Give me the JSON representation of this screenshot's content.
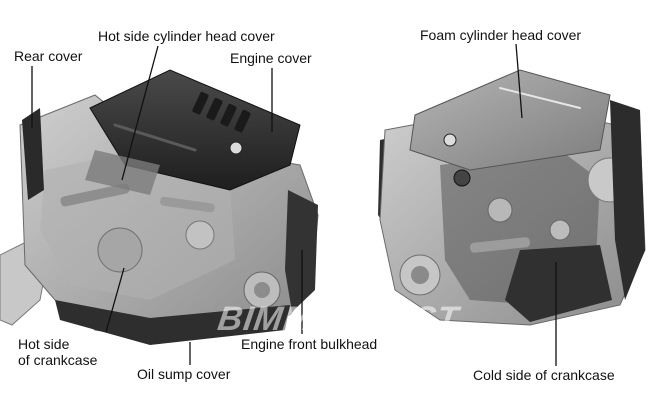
{
  "labels": {
    "rear_cover": "Rear cover",
    "hot_side_cylinder_head_cover": "Hot side cylinder head cover",
    "engine_cover": "Engine cover",
    "hot_side_of_crankcase": "Hot side\nof crankcase",
    "oil_sump_cover": "Oil sump cover",
    "engine_front_bulkhead": "Engine front bulkhead",
    "foam_cylinder_head_cover": "Foam cylinder head cover",
    "cold_side_of_crankcase": "Cold side of crankcase"
  },
  "watermark": "BIMMERPOST",
  "colors": {
    "cover_dark": "#2b2b2b",
    "engine_mid": "#9a9a9a",
    "engine_light": "#d4d4d4",
    "leader": "#111111"
  }
}
